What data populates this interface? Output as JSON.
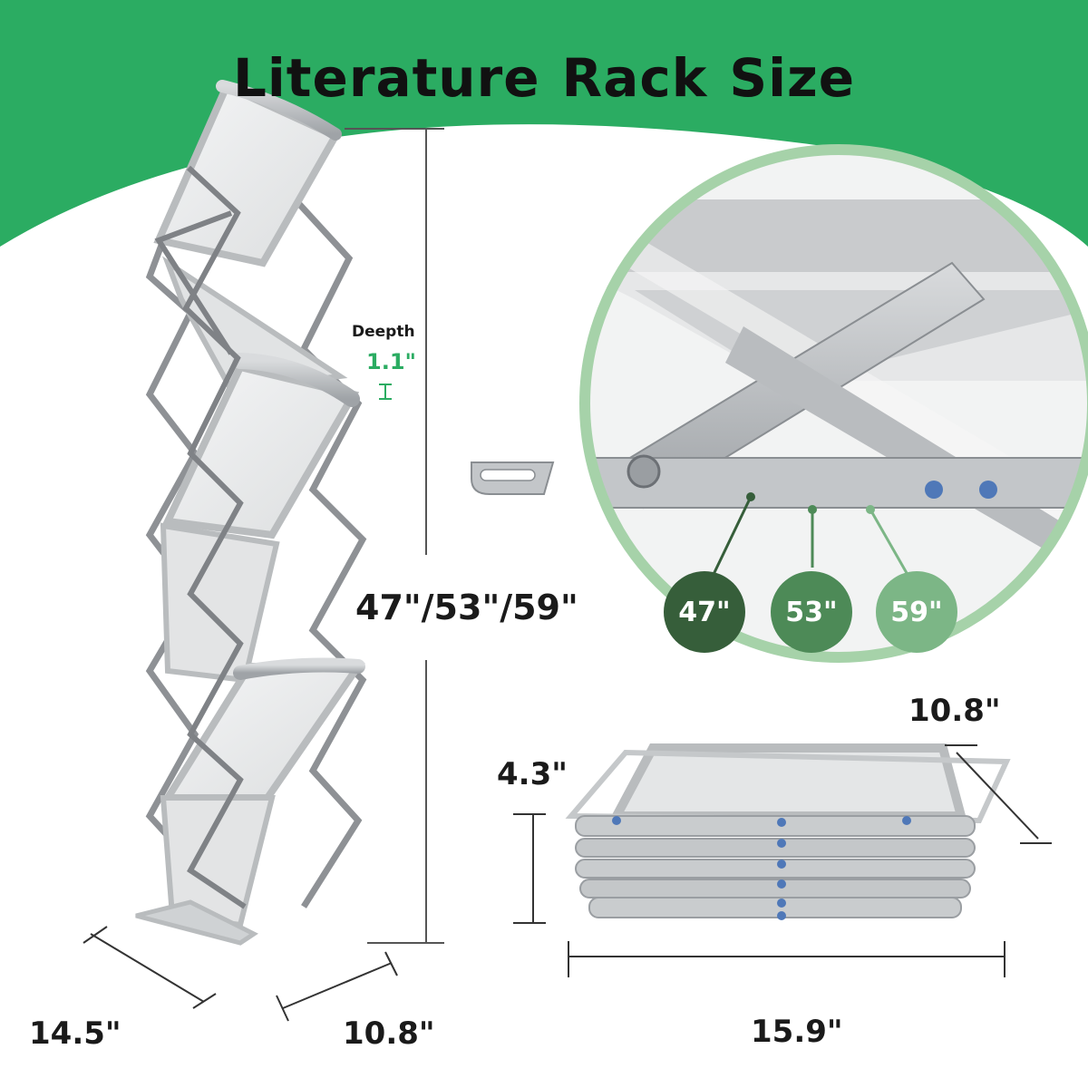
{
  "title": [
    "Literature",
    "Rack",
    "Size"
  ],
  "depth": {
    "label": "Deepth",
    "value": "1.1\""
  },
  "height": "47\"/53\"/59\"",
  "base": {
    "width": "14.5\"",
    "depth": "10.8\""
  },
  "folded": {
    "height": "4.3\"",
    "depth": "10.8\"",
    "width": "15.9\""
  },
  "positions": [
    {
      "label": "47\"",
      "color": "#365e3a"
    },
    {
      "label": "53\"",
      "color": "#4d8a57"
    },
    {
      "label": "59\"",
      "color": "#7cb686"
    }
  ],
  "colors": {
    "banner": "#2bac62",
    "ring": "#a6d2a9",
    "frame": "#b9bcbe",
    "panel": "#e9eaeb",
    "arm": "#8e9195"
  }
}
